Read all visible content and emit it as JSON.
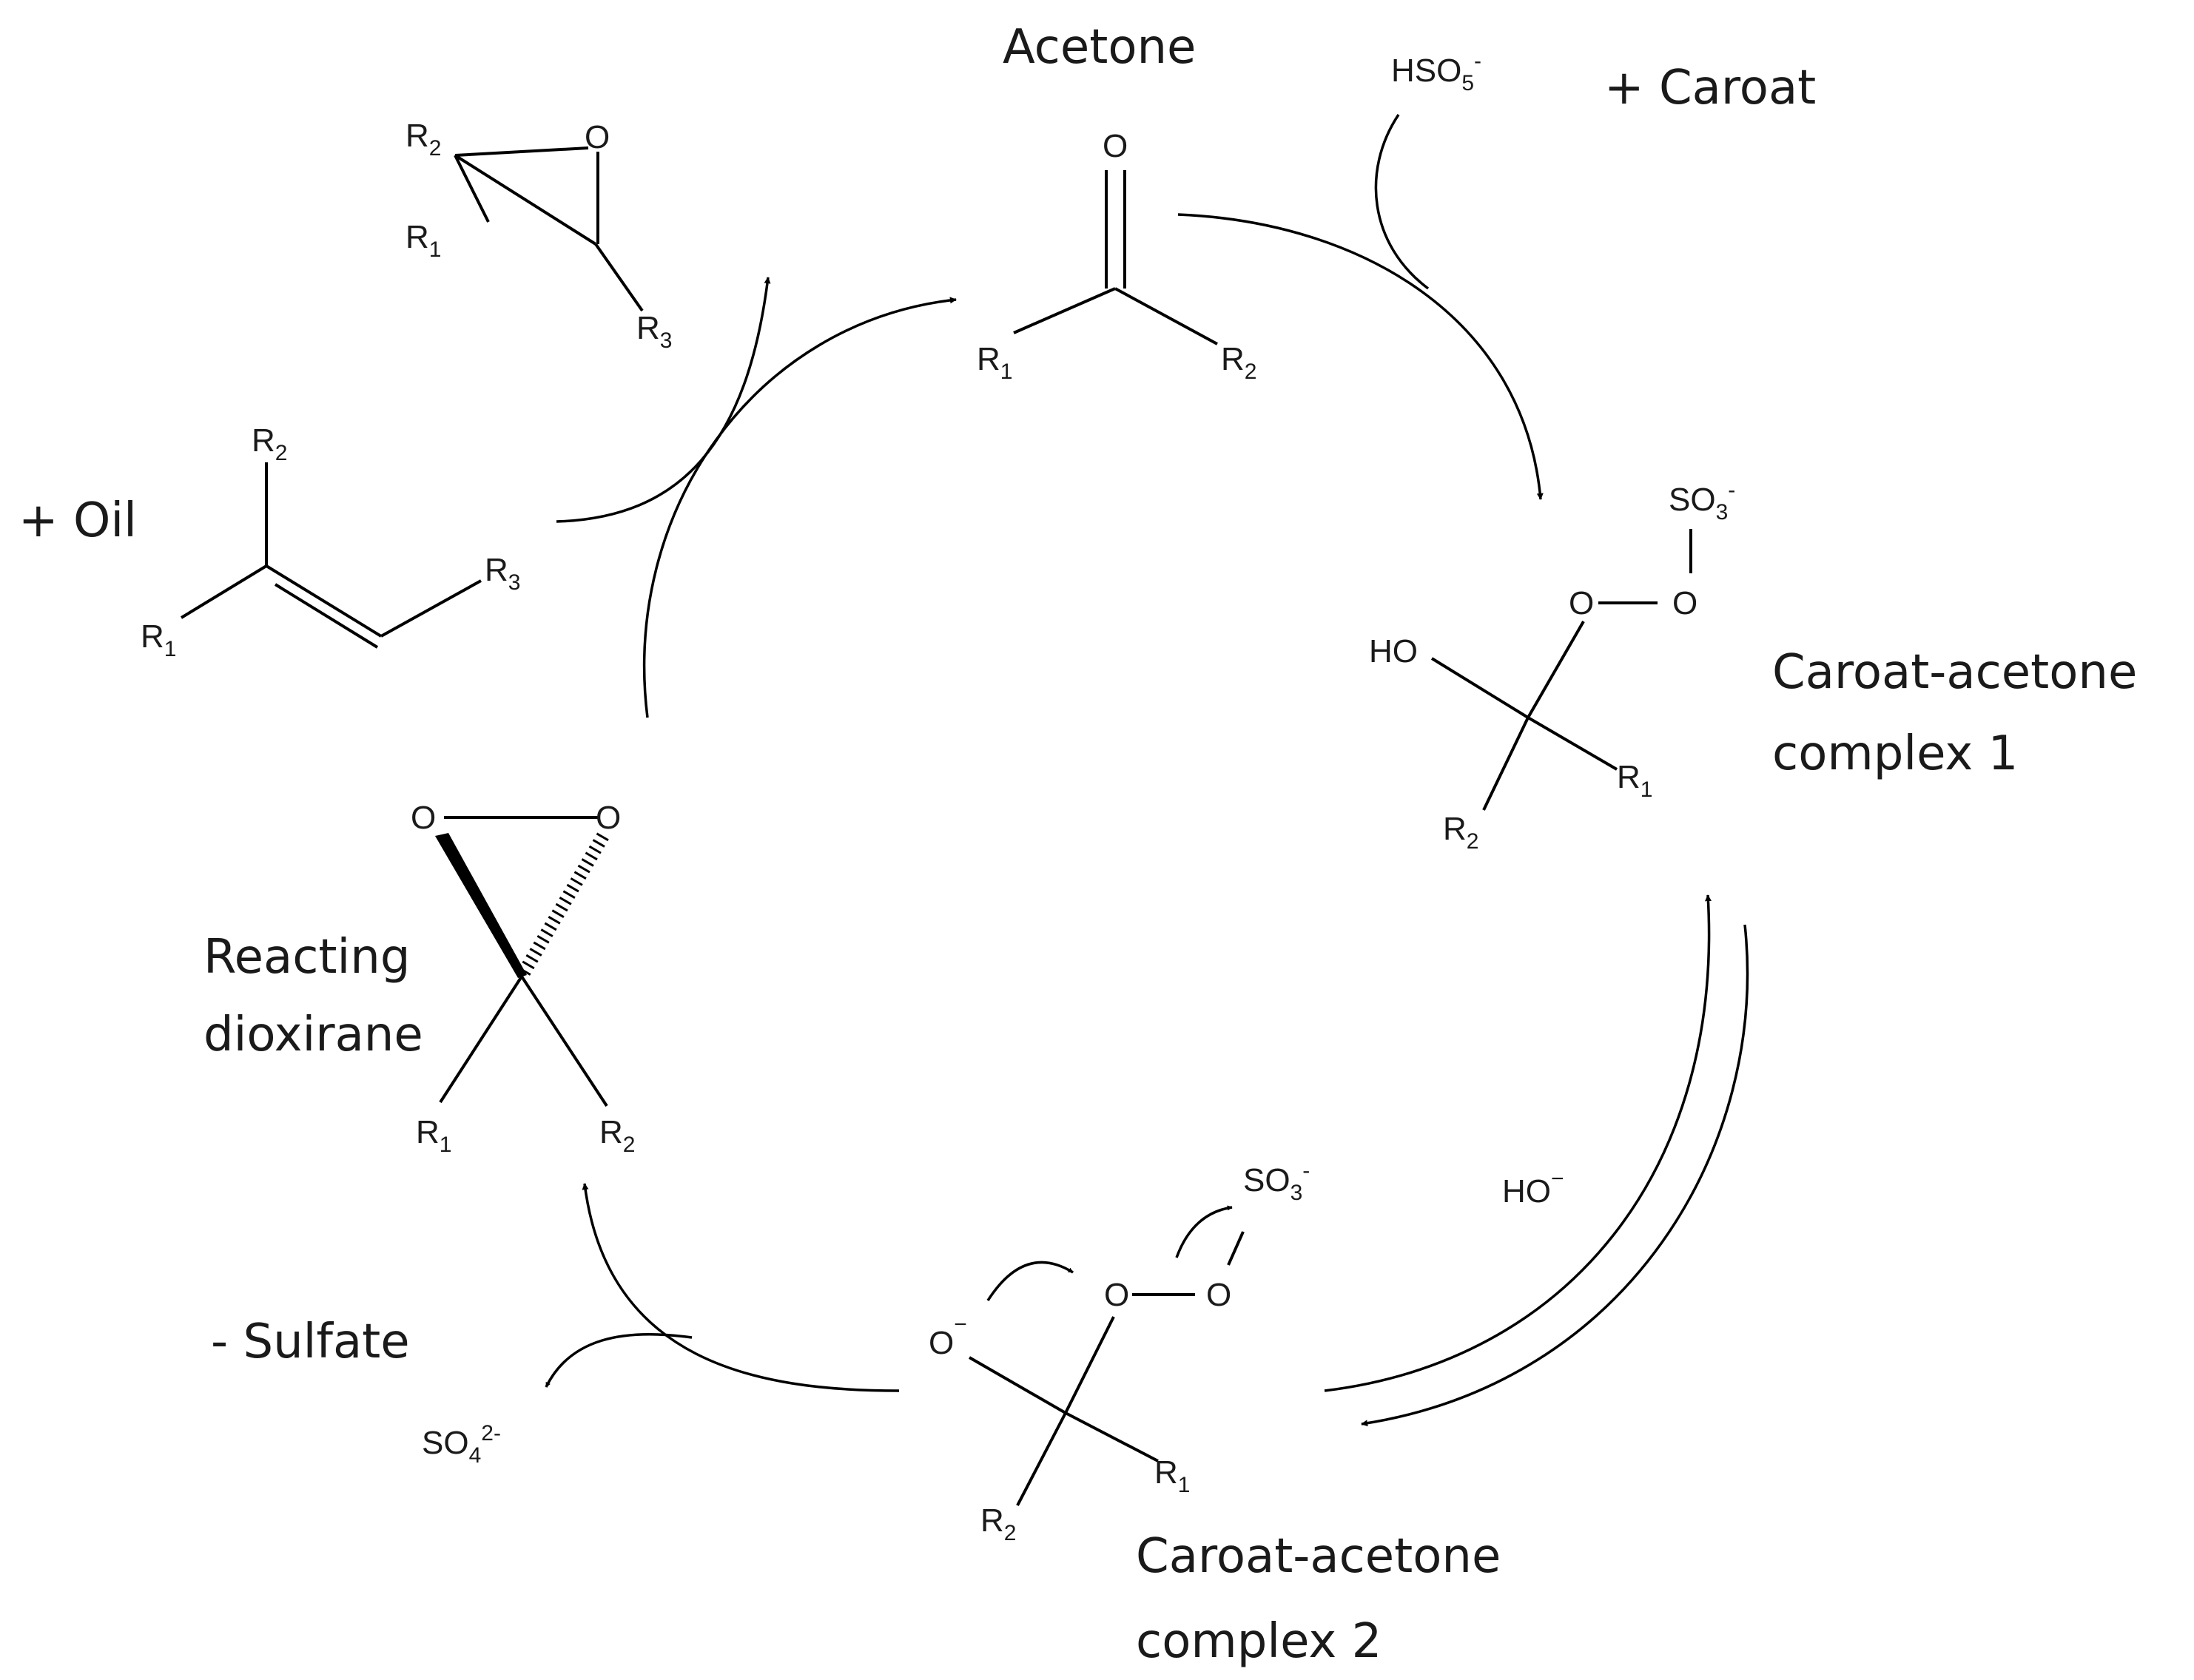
{
  "labels": {
    "acetone": "Acetone",
    "caroat": "+ Caroat",
    "oil": "+ Oil",
    "complex1_line1": "Caroat-acetone",
    "complex1_line2": "complex 1",
    "complex2_line1": "Caroat-acetone",
    "complex2_line2": "complex 2",
    "dioxirane_line1": "Reacting",
    "dioxirane_line2": "dioxirane",
    "sulfate": "- Sulfate"
  },
  "reagents": {
    "hso5": {
      "main": "HSO",
      "sub": "5",
      "sup": "-"
    },
    "hydroxide": {
      "main": "HO",
      "sup": "−"
    },
    "so4": {
      "main": "SO",
      "sub": "4",
      "sup": "2-"
    }
  },
  "atoms": {
    "O": "O",
    "HO": "HO",
    "R": "R",
    "SO": "SO",
    "one": "1",
    "two": "2",
    "three": "3",
    "three_sub": "3",
    "minus": "-",
    "o_minus": "−"
  }
}
